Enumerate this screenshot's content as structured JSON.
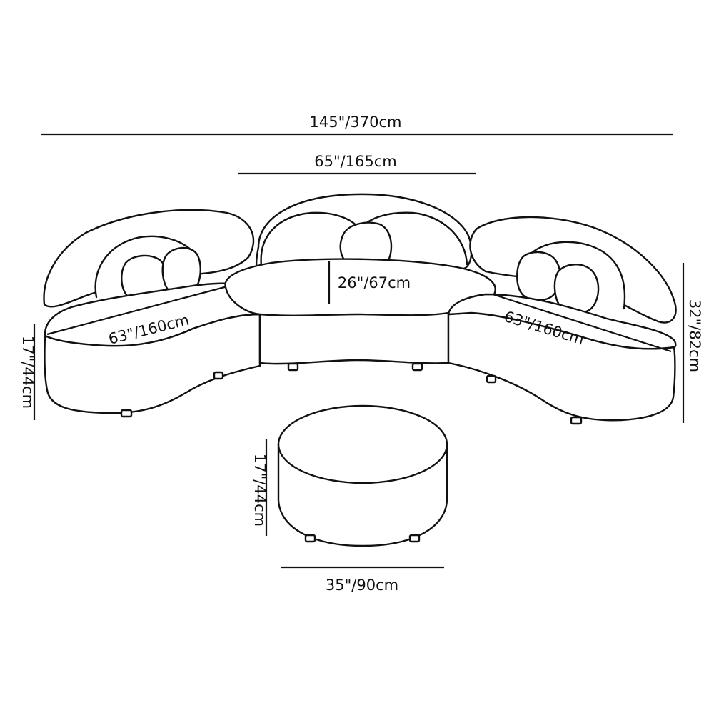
{
  "colors": {
    "line": "#111111",
    "background": "#ffffff"
  },
  "dimensions": {
    "overall_width": "145\"/370cm",
    "center_width": "65\"/165cm",
    "center_depth": "26\"/67cm",
    "left_length": "63\"/160cm",
    "right_length": "63\"/160cm",
    "total_height": "32\"/82cm",
    "seat_height": "17\"/44cm",
    "ottoman_height": "17\"/44cm",
    "ottoman_diameter": "35\"/90cm"
  }
}
